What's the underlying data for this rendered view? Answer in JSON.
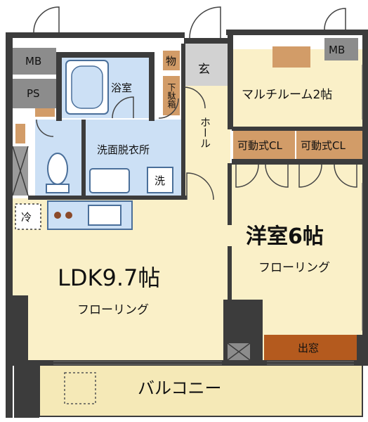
{
  "rooms": {
    "ldk": "LDK9.7帖",
    "ldk_floor": "フローリング",
    "western": "洋室6帖",
    "western_floor": "フローリング",
    "multi": "マルチルーム2帖",
    "hall": "ホール",
    "genkan": "玄",
    "storage": "物",
    "shoe_box": "下駄箱",
    "bath": "浴室",
    "washroom": "洗面脱衣所",
    "washer": "洗",
    "fridge": "冷",
    "cl_left": "可動式CL",
    "cl_right": "可動式CL",
    "bay_window": "出窓",
    "balcony": "バルコニー",
    "mb_left": "MB",
    "mb_right": "MB",
    "ps": "PS"
  },
  "colors": {
    "floor": "#faf0c8",
    "wet": "#cce0f5",
    "entry": "#d2d2d2",
    "wall": "#3c3c3c",
    "closet": "#d29c68",
    "bay": "#b45a1e",
    "balcony": "#f5e9b7"
  }
}
